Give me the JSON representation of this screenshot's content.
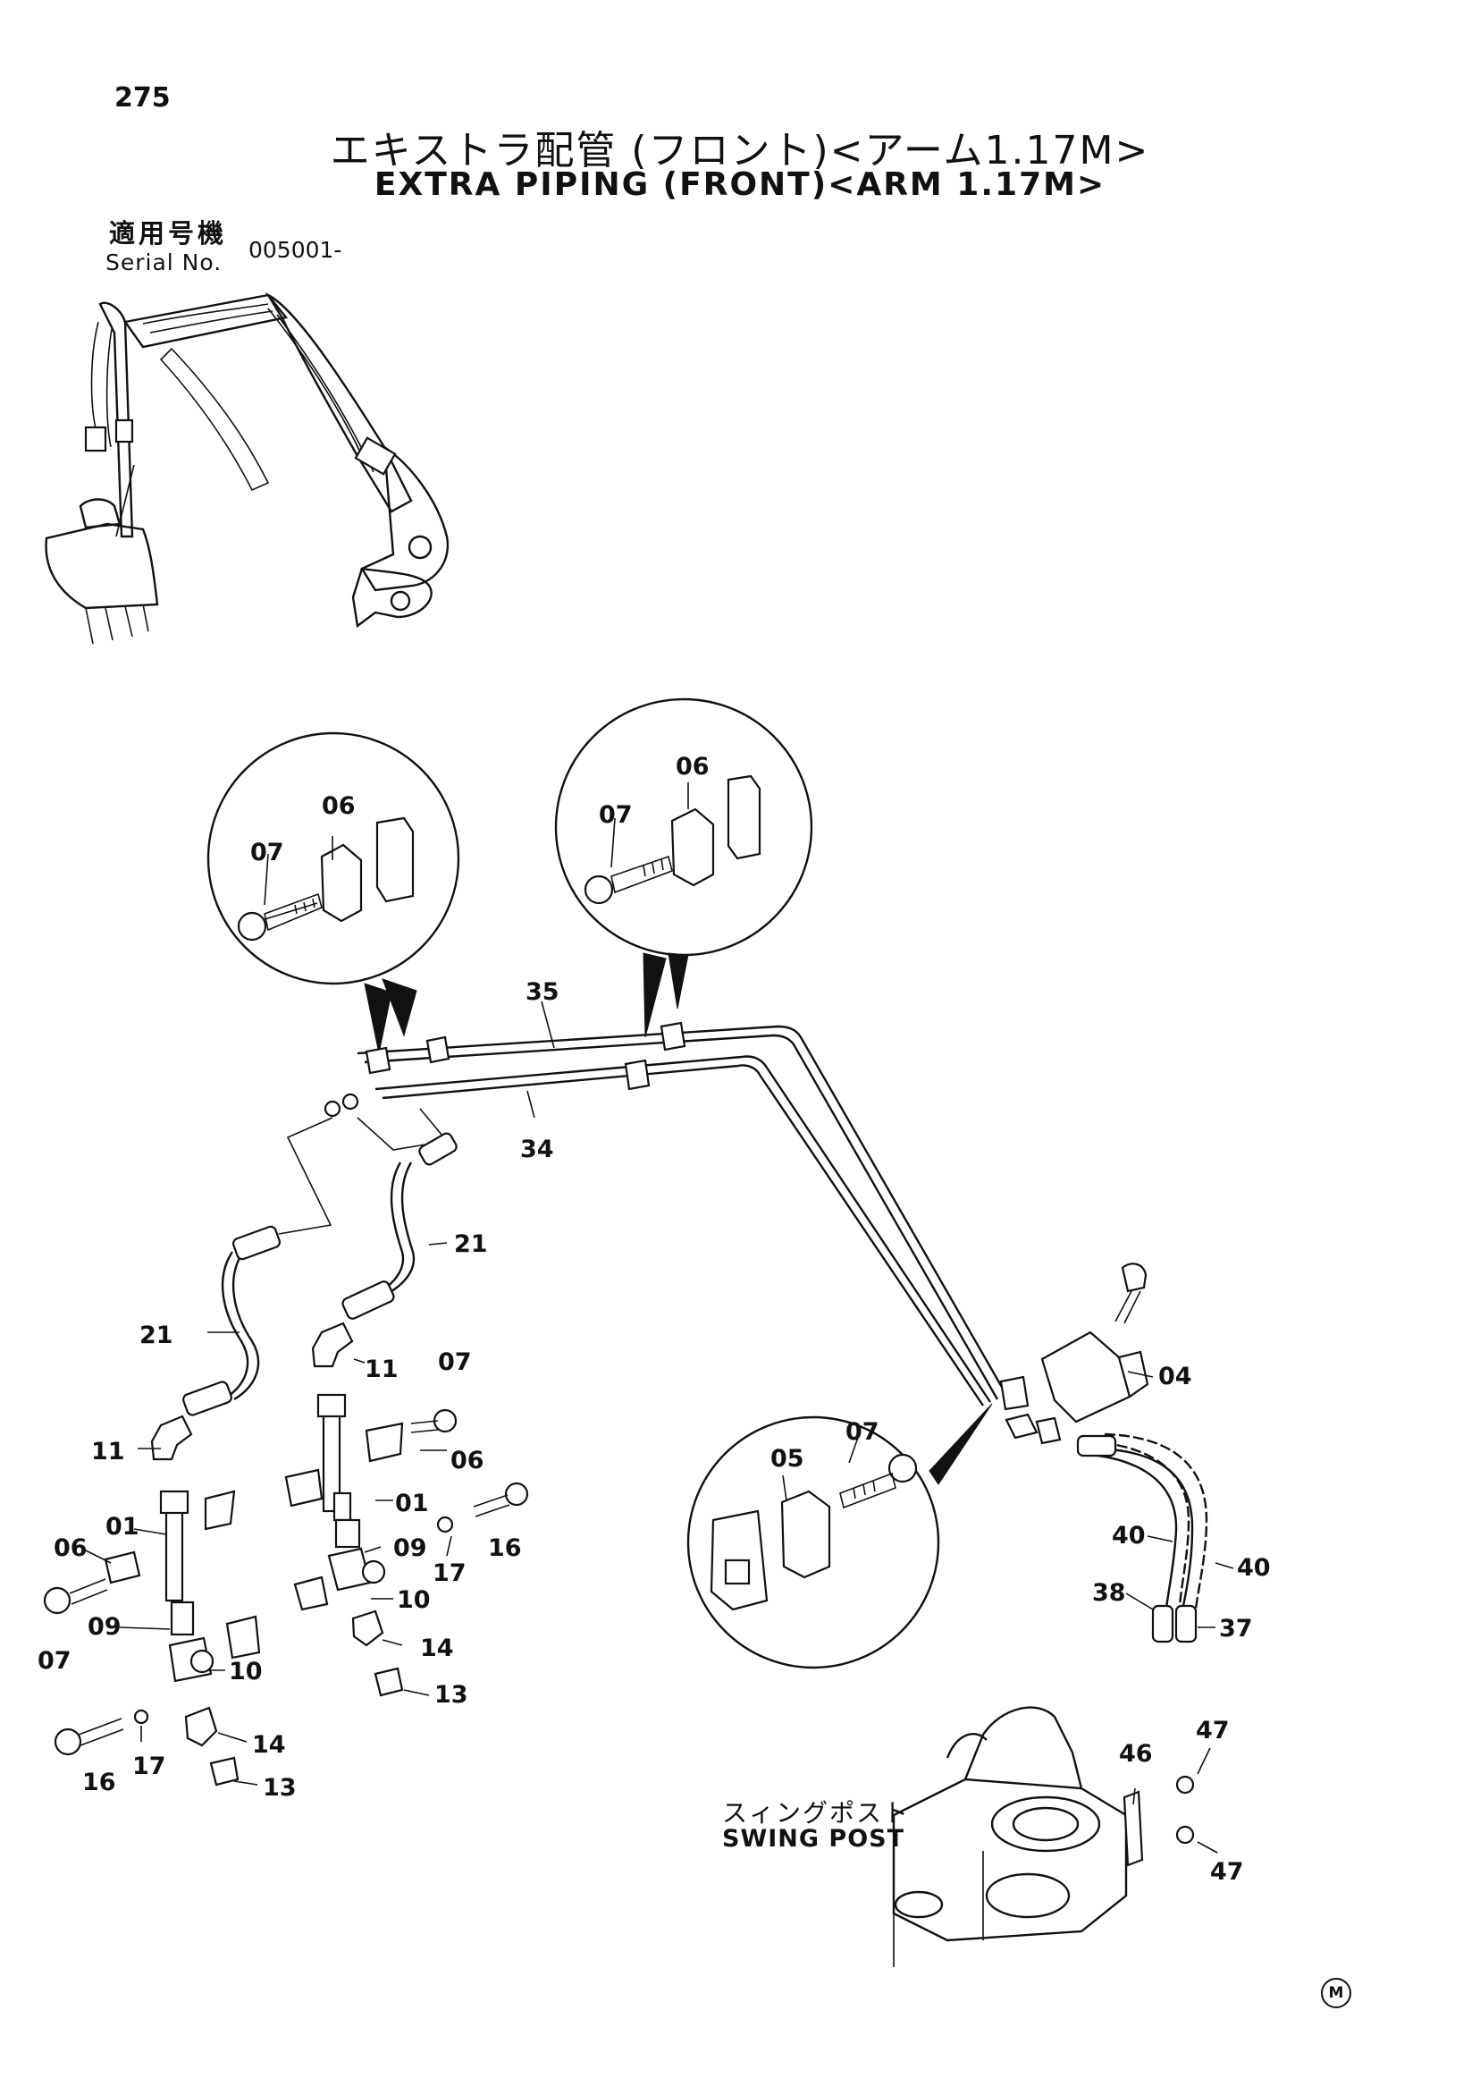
{
  "page_number": "275",
  "title_ja": "エキストラ配管 (フロント)<アーム1.17M>",
  "title_en": "EXTRA PIPING (FRONT)<ARM 1.17M>",
  "serial_label_ja": "適用号機",
  "serial_label_en": "Serial No.",
  "serial_value": "005001-",
  "swing_post_ja": "スィングポスト",
  "swing_post_en": "SWING POST",
  "maker_mark": "M",
  "callouts": {
    "detail_left_06": "06",
    "detail_left_07": "07",
    "detail_mid_06": "06",
    "detail_mid_07": "07",
    "detail_bot_05": "05",
    "detail_bot_07": "07",
    "pipe_35": "35",
    "pipe_34": "34",
    "hose_21_right": "21",
    "hose_21_left": "21",
    "elbow_11_right": "11",
    "elbow_11_left": "11",
    "bolt_07_right": "07",
    "clamp_06_right": "06",
    "pipe_01_right": "01",
    "adapter_09_right": "09",
    "bolt_16_right": "16",
    "washer_17_right": "17",
    "block_10_right": "10",
    "elbow_14_right": "14",
    "plug_13_right": "13",
    "pipe_01_left": "01",
    "clamp_06_left": "06",
    "bolt_07_left": "07",
    "adapter_09_left": "09",
    "block_10_left": "10",
    "bolt_16_left": "16",
    "washer_17_left": "17",
    "elbow_14_left": "14",
    "plug_13_left": "13",
    "bracket_04": "04",
    "hose_40_left": "40",
    "hose_40_right": "40",
    "fitting_38": "38",
    "fitting_37": "37",
    "plate_46": "46",
    "bolt_47_top": "47",
    "bolt_47_bot": "47"
  }
}
